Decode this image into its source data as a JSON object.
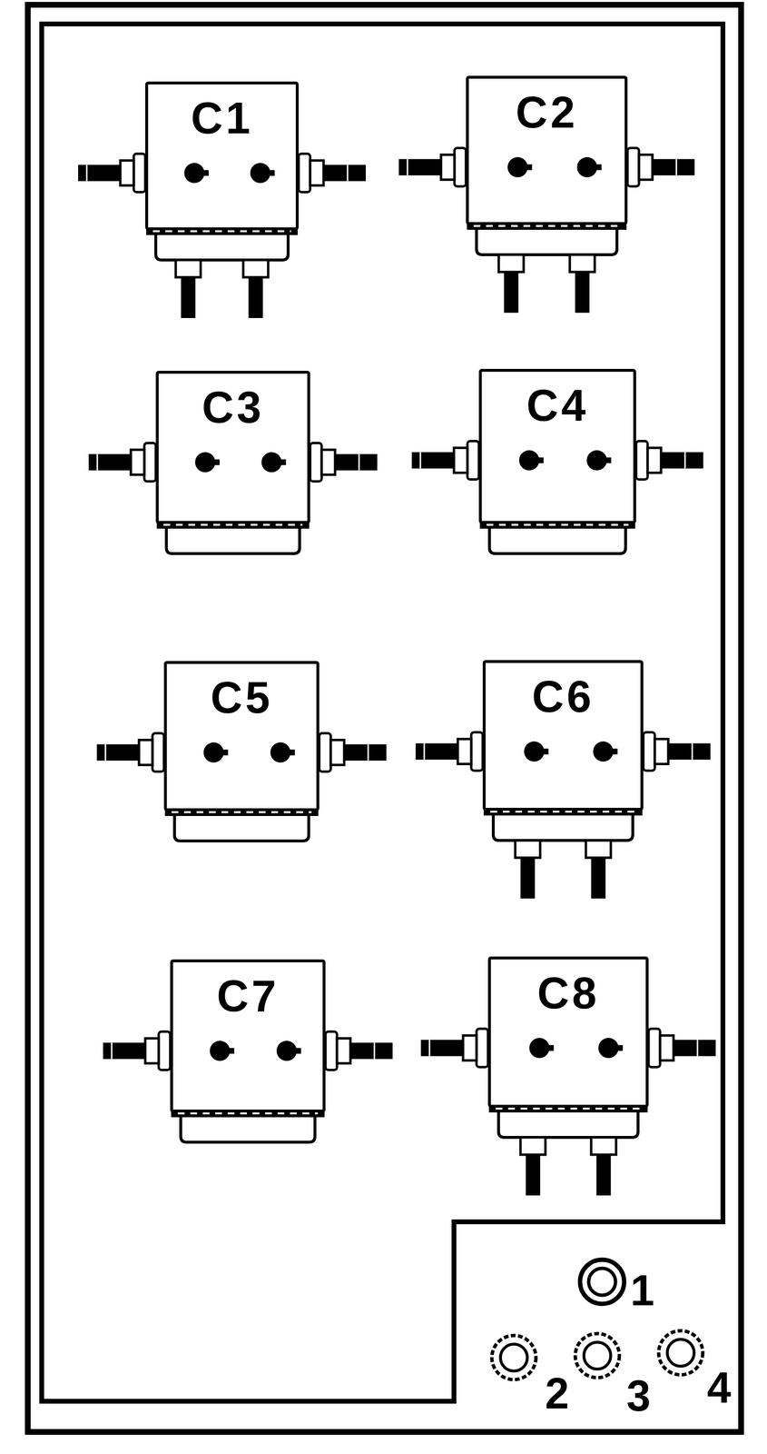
{
  "diagram": {
    "nodes": [
      {
        "text": [
          "C1"
        ]
      },
      {
        "text": [
          "C2"
        ]
      },
      {
        "text": [
          "C3"
        ]
      },
      {
        "text": [
          "C4"
        ]
      },
      {
        "text": [
          "C5"
        ]
      },
      {
        "text": [
          "C6"
        ]
      },
      {
        "text": [
          "C7"
        ]
      },
      {
        "text": [
          "C8"
        ]
      }
    ],
    "labels": [
      "1",
      "2",
      "3",
      "4"
    ]
  }
}
